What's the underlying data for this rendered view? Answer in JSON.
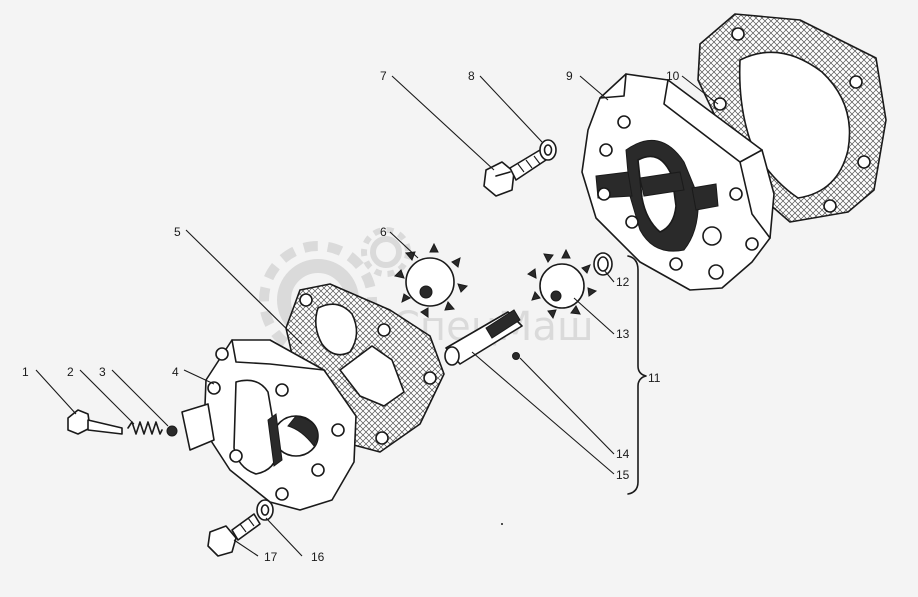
{
  "watermark": {
    "text": "СпецМаш"
  },
  "callouts": [
    "1",
    "2",
    "3",
    "4",
    "5",
    "6",
    "7",
    "8",
    "9",
    "10",
    "11",
    "12",
    "13",
    "14",
    "15",
    "16",
    "17"
  ],
  "colors": {
    "line": "#1a1a1a",
    "background": "#f4f4f4",
    "watermark": "#d8d8d8"
  }
}
